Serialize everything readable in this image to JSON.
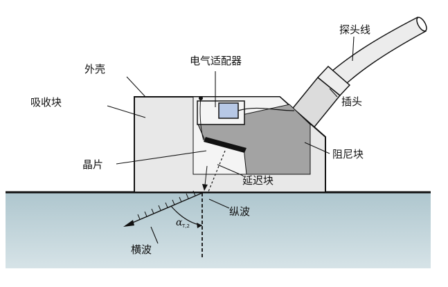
{
  "labels": {
    "probe_cable": "探头线",
    "housing": "外壳",
    "electrical_adapter": "电气适配器",
    "absorber_block": "吸收块",
    "plug": "插头",
    "damping_block": "阻尼块",
    "crystal": "晶片",
    "delay_block": "延迟块",
    "longitudinal_wave": "纵波",
    "transverse_wave": "横波",
    "angle_symbol": "α",
    "angle_subscript": "T,2"
  },
  "colors": {
    "housing_fill": "#e8e8e8",
    "damping_fill": "#a3a3a3",
    "material_fill": "#bdd0d6",
    "adapter_fill": "#b7c8e6",
    "cable_fill": "#ececec",
    "outline": "#111111"
  }
}
